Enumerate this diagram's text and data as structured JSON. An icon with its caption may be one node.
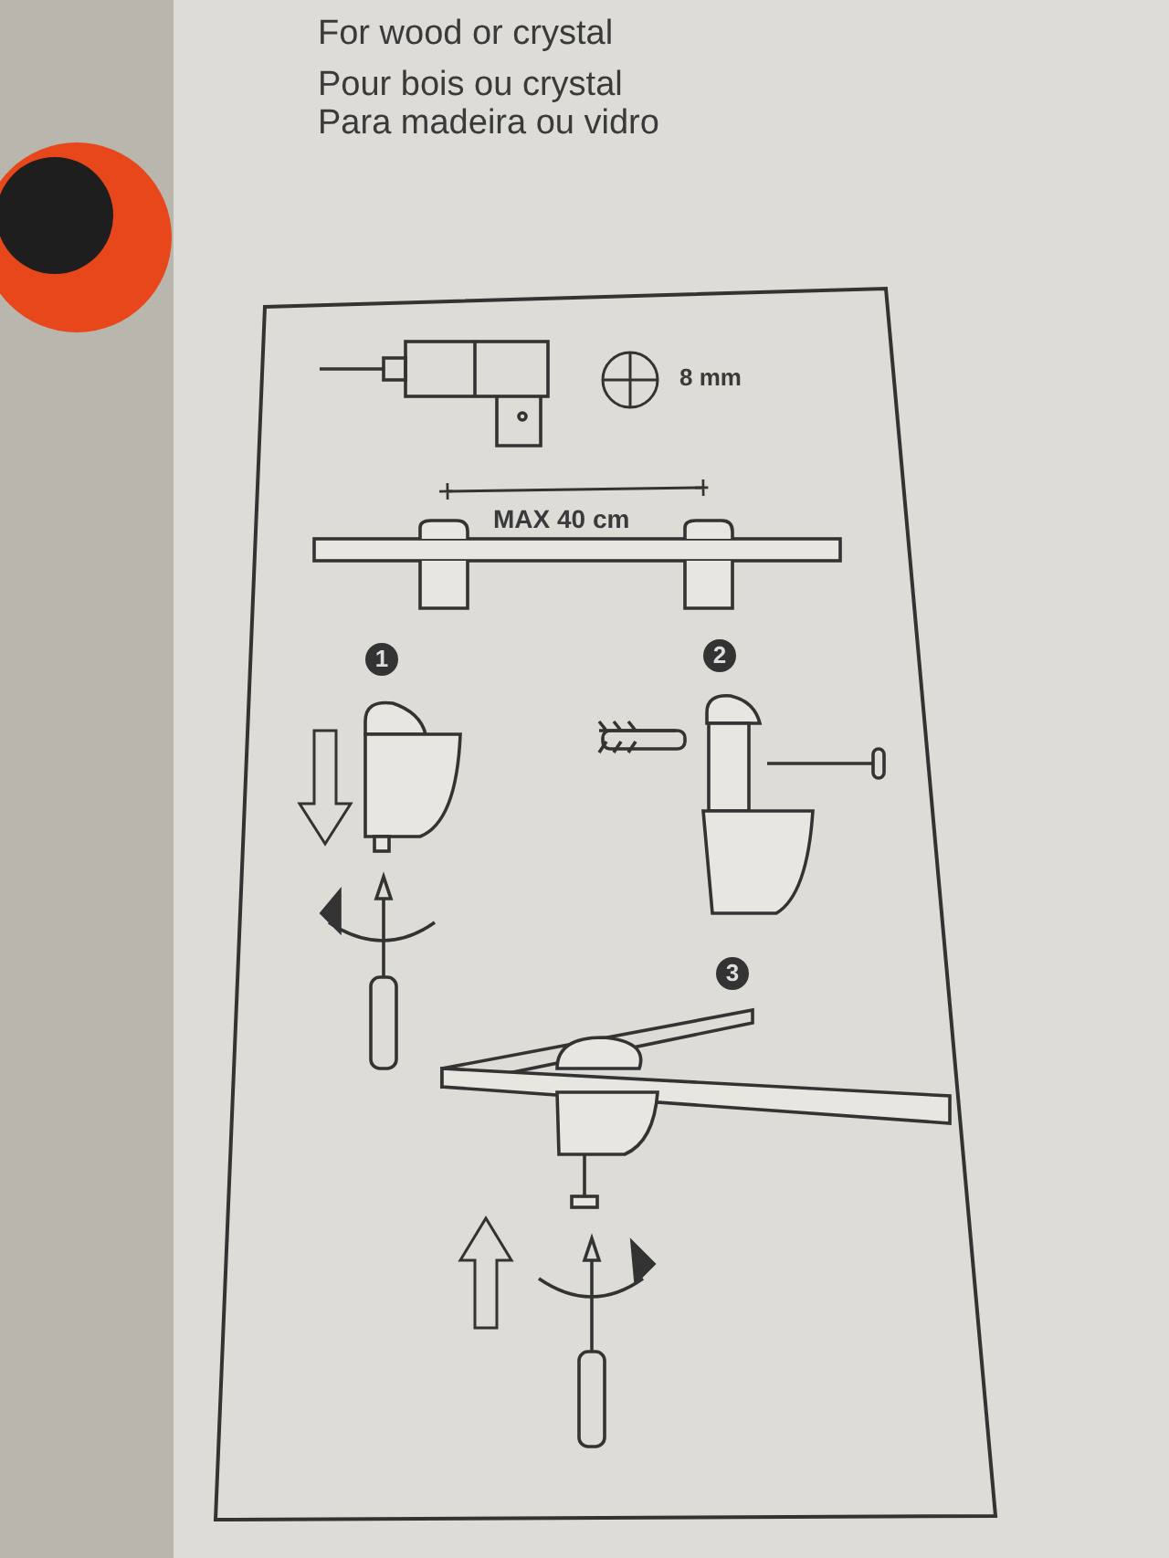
{
  "diagram": {
    "labels": [
      "For wood or crystal",
      "Pour bois ou crystal",
      "Para madeira ou vidro",
      "8 mm",
      "MAX 40 cm",
      "1",
      "2",
      "3"
    ]
  }
}
